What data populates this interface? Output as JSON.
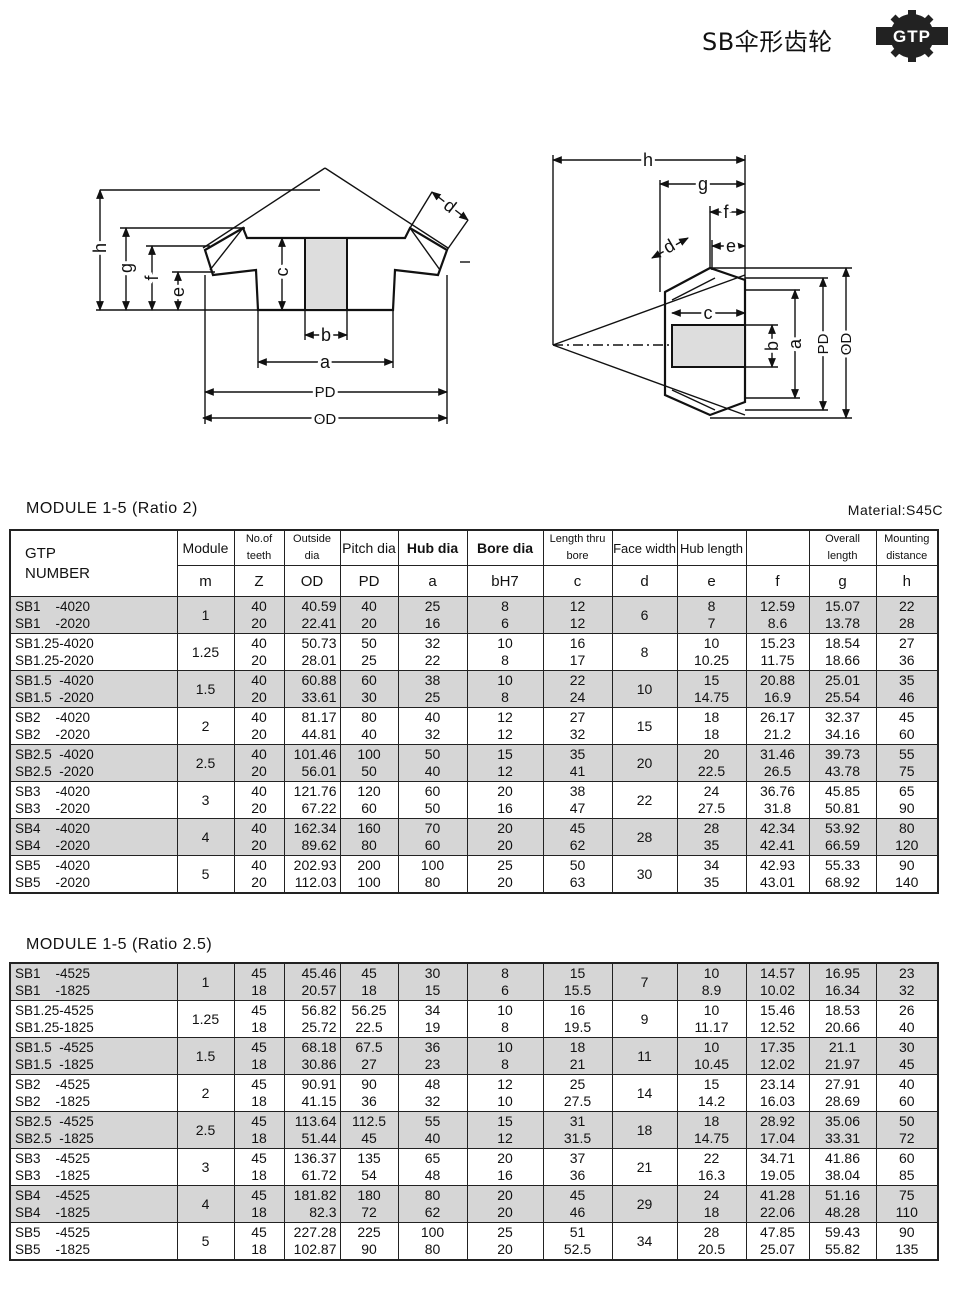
{
  "header": {
    "title": "SB伞形齿轮",
    "logo_text": "GTP"
  },
  "drawing_labels": {
    "left": [
      "h",
      "g",
      "f",
      "e",
      "c",
      "b",
      "a",
      "PD",
      "OD",
      "d"
    ],
    "right": [
      "h",
      "g",
      "f",
      "e",
      "d",
      "c",
      "b",
      "a",
      "PD",
      "OD"
    ]
  },
  "section1": {
    "title": "MODULE  1-5 (Ratio 2)",
    "material": "Material:S45C"
  },
  "section2": {
    "title": "MODULE  1-5 (Ratio  2.5)"
  },
  "table_header": {
    "gtp": "GTP",
    "number": "NUMBER",
    "columns": [
      "Module",
      "No.of teeth",
      "Outside dia",
      "Pitch dia",
      "Hub dia",
      "Bore dia",
      "Length thru bore",
      "Face width",
      "Hub length",
      "",
      "Overall length",
      "Mounting distance"
    ],
    "symbols": [
      "m",
      "Z",
      "OD",
      "PD",
      "a",
      "bH7",
      "c",
      "d",
      "e",
      "f",
      "g",
      "h"
    ]
  },
  "table1": [
    {
      "names": [
        "SB1    -4020",
        "SB1    -2020"
      ],
      "m": "1",
      "z": [
        "40",
        "20"
      ],
      "od": [
        "40.59",
        "22.41"
      ],
      "pd": [
        "40",
        "20"
      ],
      "a": [
        "25",
        "16"
      ],
      "b": [
        "8",
        "6"
      ],
      "c": [
        "12",
        "12"
      ],
      "d": "6",
      "e": [
        "8",
        "7"
      ],
      "f": [
        "12.59",
        "8.6"
      ],
      "g": [
        "15.07",
        "13.78"
      ],
      "h": [
        "22",
        "28"
      ]
    },
    {
      "names": [
        "SB1.25-4020",
        "SB1.25-2020"
      ],
      "m": "1.25",
      "z": [
        "40",
        "20"
      ],
      "od": [
        "50.73",
        "28.01"
      ],
      "pd": [
        "50",
        "25"
      ],
      "a": [
        "32",
        "22"
      ],
      "b": [
        "10",
        "8"
      ],
      "c": [
        "16",
        "17"
      ],
      "d": "8",
      "e": [
        "10",
        "10.25"
      ],
      "f": [
        "15.23",
        "11.75"
      ],
      "g": [
        "18.54",
        "18.66"
      ],
      "h": [
        "27",
        "36"
      ]
    },
    {
      "names": [
        "SB1.5  -4020",
        "SB1.5  -2020"
      ],
      "m": "1.5",
      "z": [
        "40",
        "20"
      ],
      "od": [
        "60.88",
        "33.61"
      ],
      "pd": [
        "60",
        "30"
      ],
      "a": [
        "38",
        "25"
      ],
      "b": [
        "10",
        "8"
      ],
      "c": [
        "22",
        "24"
      ],
      "d": "10",
      "e": [
        "15",
        "14.75"
      ],
      "f": [
        "20.88",
        "16.9"
      ],
      "g": [
        "25.01",
        "25.54"
      ],
      "h": [
        "35",
        "46"
      ]
    },
    {
      "names": [
        "SB2    -4020",
        "SB2    -2020"
      ],
      "m": "2",
      "z": [
        "40",
        "20"
      ],
      "od": [
        "81.17",
        "44.81"
      ],
      "pd": [
        "80",
        "40"
      ],
      "a": [
        "40",
        "32"
      ],
      "b": [
        "12",
        "12"
      ],
      "c": [
        "27",
        "32"
      ],
      "d": "15",
      "e": [
        "18",
        "18"
      ],
      "f": [
        "26.17",
        "21.2"
      ],
      "g": [
        "32.37",
        "34.16"
      ],
      "h": [
        "45",
        "60"
      ]
    },
    {
      "names": [
        "SB2.5  -4020",
        "SB2.5  -2020"
      ],
      "m": "2.5",
      "z": [
        "40",
        "20"
      ],
      "od": [
        "101.46",
        "56.01"
      ],
      "pd": [
        "100",
        "50"
      ],
      "a": [
        "50",
        "40"
      ],
      "b": [
        "15",
        "12"
      ],
      "c": [
        "35",
        "41"
      ],
      "d": "20",
      "e": [
        "20",
        "22.5"
      ],
      "f": [
        "31.46",
        "26.5"
      ],
      "g": [
        "39.73",
        "43.78"
      ],
      "h": [
        "55",
        "75"
      ]
    },
    {
      "names": [
        "SB3    -4020",
        "SB3    -2020"
      ],
      "m": "3",
      "z": [
        "40",
        "20"
      ],
      "od": [
        "121.76",
        "67.22"
      ],
      "pd": [
        "120",
        "60"
      ],
      "a": [
        "60",
        "50"
      ],
      "b": [
        "20",
        "16"
      ],
      "c": [
        "38",
        "47"
      ],
      "d": "22",
      "e": [
        "24",
        "27.5"
      ],
      "f": [
        "36.76",
        "31.8"
      ],
      "g": [
        "45.85",
        "50.81"
      ],
      "h": [
        "65",
        "90"
      ]
    },
    {
      "names": [
        "SB4    -4020",
        "SB4    -2020"
      ],
      "m": "4",
      "z": [
        "40",
        "20"
      ],
      "od": [
        "162.34",
        "89.62"
      ],
      "pd": [
        "160",
        "80"
      ],
      "a": [
        "70",
        "60"
      ],
      "b": [
        "20",
        "20"
      ],
      "c": [
        "45",
        "62"
      ],
      "d": "28",
      "e": [
        "28",
        "35"
      ],
      "f": [
        "42.34",
        "42.41"
      ],
      "g": [
        "53.92",
        "66.59"
      ],
      "h": [
        "80",
        "120"
      ]
    },
    {
      "names": [
        "SB5    -4020",
        "SB5    -2020"
      ],
      "m": "5",
      "z": [
        "40",
        "20"
      ],
      "od": [
        "202.93",
        "112.03"
      ],
      "pd": [
        "200",
        "100"
      ],
      "a": [
        "100",
        "80"
      ],
      "b": [
        "25",
        "20"
      ],
      "c": [
        "50",
        "63"
      ],
      "d": "30",
      "e": [
        "34",
        "35"
      ],
      "f": [
        "42.93",
        "43.01"
      ],
      "g": [
        "55.33",
        "68.92"
      ],
      "h": [
        "90",
        "140"
      ]
    }
  ],
  "table2": [
    {
      "names": [
        "SB1    -4525",
        "SB1    -1825"
      ],
      "m": "1",
      "z": [
        "45",
        "18"
      ],
      "od": [
        "45.46",
        "20.57"
      ],
      "pd": [
        "45",
        "18"
      ],
      "a": [
        "30",
        "15"
      ],
      "b": [
        "8",
        "6"
      ],
      "c": [
        "15",
        "15.5"
      ],
      "d": "7",
      "e": [
        "10",
        "8.9"
      ],
      "f": [
        "14.57",
        "10.02"
      ],
      "g": [
        "16.95",
        "16.34"
      ],
      "h": [
        "23",
        "32"
      ]
    },
    {
      "names": [
        "SB1.25-4525",
        "SB1.25-1825"
      ],
      "m": "1.25",
      "z": [
        "45",
        "18"
      ],
      "od": [
        "56.82",
        "25.72"
      ],
      "pd": [
        "56.25",
        "22.5"
      ],
      "a": [
        "34",
        "19"
      ],
      "b": [
        "10",
        "8"
      ],
      "c": [
        "16",
        "19.5"
      ],
      "d": "9",
      "e": [
        "10",
        "11.17"
      ],
      "f": [
        "15.46",
        "12.52"
      ],
      "g": [
        "18.53",
        "20.66"
      ],
      "h": [
        "26",
        "40"
      ]
    },
    {
      "names": [
        "SB1.5  -4525",
        "SB1.5  -1825"
      ],
      "m": "1.5",
      "z": [
        "45",
        "18"
      ],
      "od": [
        "68.18",
        "30.86"
      ],
      "pd": [
        "67.5",
        "27"
      ],
      "a": [
        "36",
        "23"
      ],
      "b": [
        "10",
        "8"
      ],
      "c": [
        "18",
        "21"
      ],
      "d": "11",
      "e": [
        "10",
        "10.45"
      ],
      "f": [
        "17.35",
        "12.02"
      ],
      "g": [
        "21.1",
        "21.97"
      ],
      "h": [
        "30",
        "45"
      ]
    },
    {
      "names": [
        "SB2    -4525",
        "SB2    -1825"
      ],
      "m": "2",
      "z": [
        "45",
        "18"
      ],
      "od": [
        "90.91",
        "41.15"
      ],
      "pd": [
        "90",
        "36"
      ],
      "a": [
        "48",
        "32"
      ],
      "b": [
        "12",
        "10"
      ],
      "c": [
        "25",
        "27.5"
      ],
      "d": "14",
      "e": [
        "15",
        "14.2"
      ],
      "f": [
        "23.14",
        "16.03"
      ],
      "g": [
        "27.91",
        "28.69"
      ],
      "h": [
        "40",
        "60"
      ]
    },
    {
      "names": [
        "SB2.5  -4525",
        "SB2.5  -1825"
      ],
      "m": "2.5",
      "z": [
        "45",
        "18"
      ],
      "od": [
        "113.64",
        "51.44"
      ],
      "pd": [
        "112.5",
        "45"
      ],
      "a": [
        "55",
        "40"
      ],
      "b": [
        "15",
        "12"
      ],
      "c": [
        "31",
        "31.5"
      ],
      "d": "18",
      "e": [
        "18",
        "14.75"
      ],
      "f": [
        "28.92",
        "17.04"
      ],
      "g": [
        "35.06",
        "33.31"
      ],
      "h": [
        "50",
        "72"
      ]
    },
    {
      "names": [
        "SB3    -4525",
        "SB3    -1825"
      ],
      "m": "3",
      "z": [
        "45",
        "18"
      ],
      "od": [
        "136.37",
        "61.72"
      ],
      "pd": [
        "135",
        "54"
      ],
      "a": [
        "65",
        "48"
      ],
      "b": [
        "20",
        "16"
      ],
      "c": [
        "37",
        "36"
      ],
      "d": "21",
      "e": [
        "22",
        "16.3"
      ],
      "f": [
        "34.71",
        "19.05"
      ],
      "g": [
        "41.86",
        "38.04"
      ],
      "h": [
        "60",
        "85"
      ]
    },
    {
      "names": [
        "SB4    -4525",
        "SB4    -1825"
      ],
      "m": "4",
      "z": [
        "45",
        "18"
      ],
      "od": [
        "181.82",
        "82.3"
      ],
      "pd": [
        "180",
        "72"
      ],
      "a": [
        "80",
        "62"
      ],
      "b": [
        "20",
        "20"
      ],
      "c": [
        "45",
        "46"
      ],
      "d": "29",
      "e": [
        "24",
        "18"
      ],
      "f": [
        "41.28",
        "22.06"
      ],
      "g": [
        "51.16",
        "48.28"
      ],
      "h": [
        "75",
        "110"
      ]
    },
    {
      "names": [
        "SB5    -4525",
        "SB5    -1825"
      ],
      "m": "5",
      "z": [
        "45",
        "18"
      ],
      "od": [
        "227.28",
        "102.87"
      ],
      "pd": [
        "225",
        "90"
      ],
      "a": [
        "100",
        "80"
      ],
      "b": [
        "25",
        "20"
      ],
      "c": [
        "51",
        "52.5"
      ],
      "d": "34",
      "e": [
        "28",
        "20.5"
      ],
      "f": [
        "47.85",
        "25.07"
      ],
      "g": [
        "59.43",
        "55.82"
      ],
      "h": [
        "90",
        "135"
      ]
    }
  ]
}
